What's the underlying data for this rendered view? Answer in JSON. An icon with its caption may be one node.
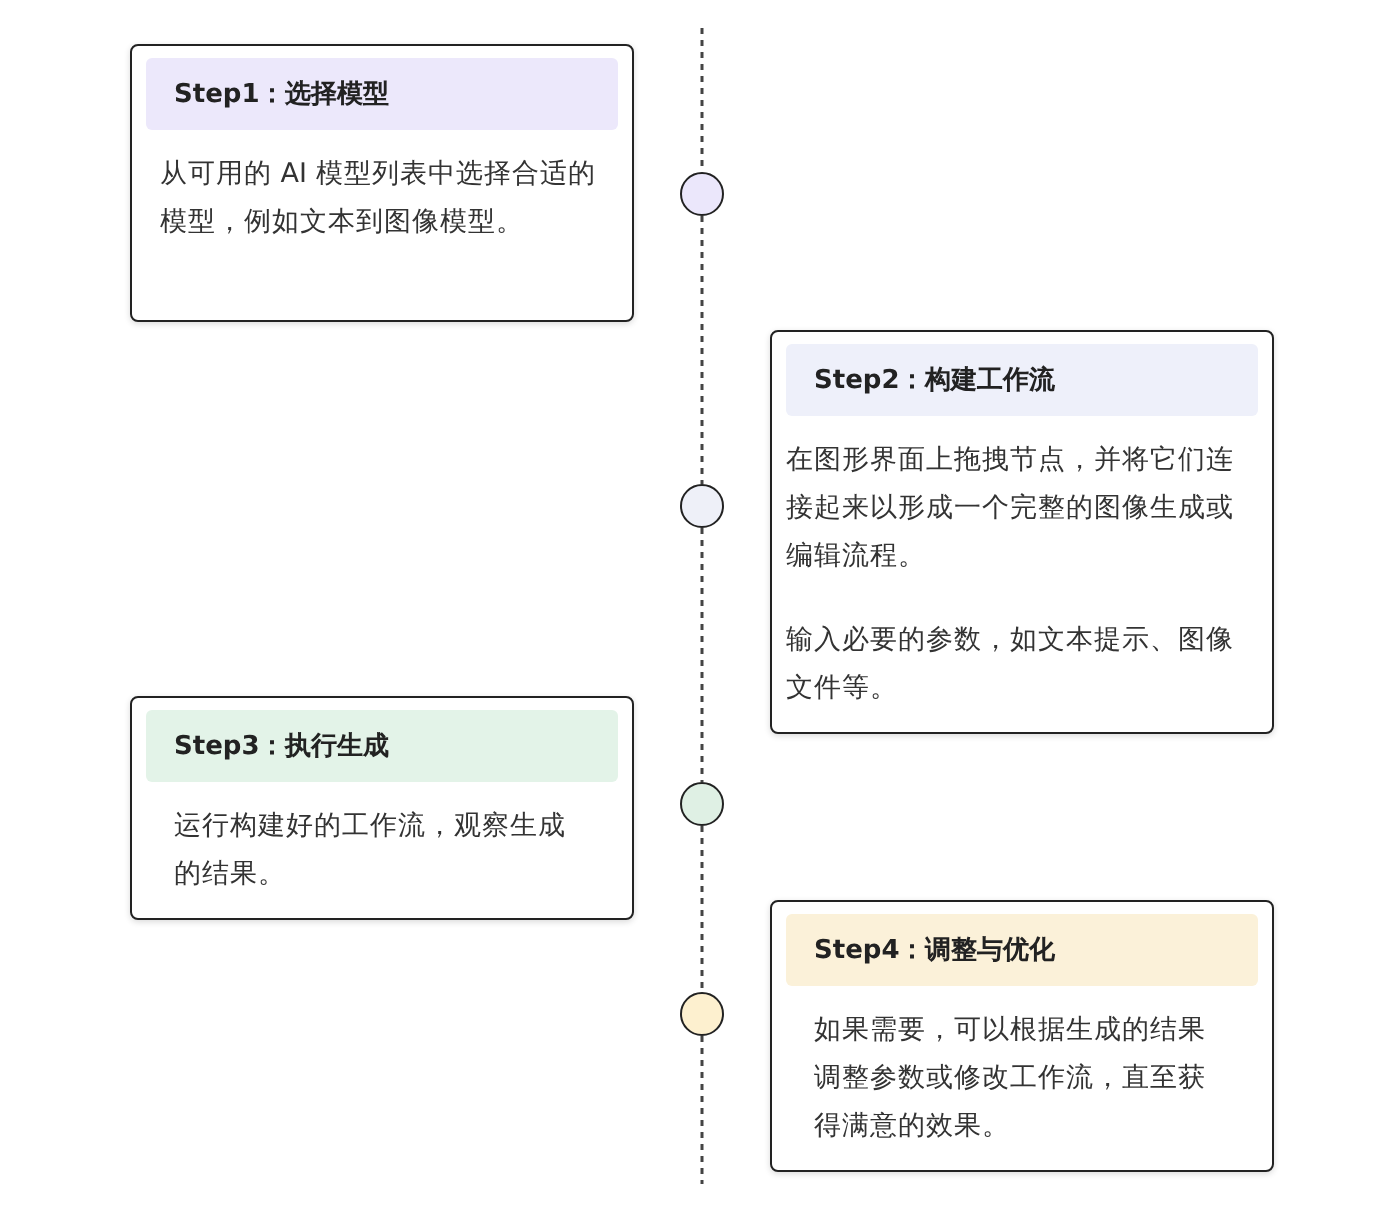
{
  "diagram": {
    "nodes": [
      {
        "text": [
          "Step1：选择模型",
          "从可用的 AI 模型列表中选择合适的模型，例如文本到图像模型。"
        ]
      },
      {
        "text": [],
        "shape": "circle"
      },
      {
        "text": [
          "Step2：构建工作流",
          "在图形界面上拖拽节点，并将它们连接起来以形成一个完整的图像生成或编辑流程。",
          "输入必要的参数，如文本提示、图像文件等。"
        ]
      },
      {
        "text": [],
        "shape": "circle"
      },
      {
        "text": [
          "Step3：执行生成",
          "运行构建好的工作流，观察生成的结果。"
        ]
      },
      {
        "text": [],
        "shape": "circle"
      },
      {
        "text": [
          "Step4：调整与优化",
          "如果需要，可以根据生成的结果调整参数或修改工作流，直至获得满意的效果。"
        ]
      },
      {
        "text": [],
        "shape": "circle"
      }
    ],
    "edges": [
      {
        "from": null,
        "to": 1,
        "arrow": "none",
        "style": "dashed"
      },
      {
        "from": 1,
        "to": 3,
        "arrow": "none",
        "style": "dashed"
      },
      {
        "from": 3,
        "to": 5,
        "arrow": "none",
        "style": "dashed"
      },
      {
        "from": 5,
        "to": 7,
        "arrow": "none",
        "style": "dashed"
      },
      {
        "from": 7,
        "to": null,
        "arrow": "none",
        "style": "dashed"
      }
    ]
  }
}
